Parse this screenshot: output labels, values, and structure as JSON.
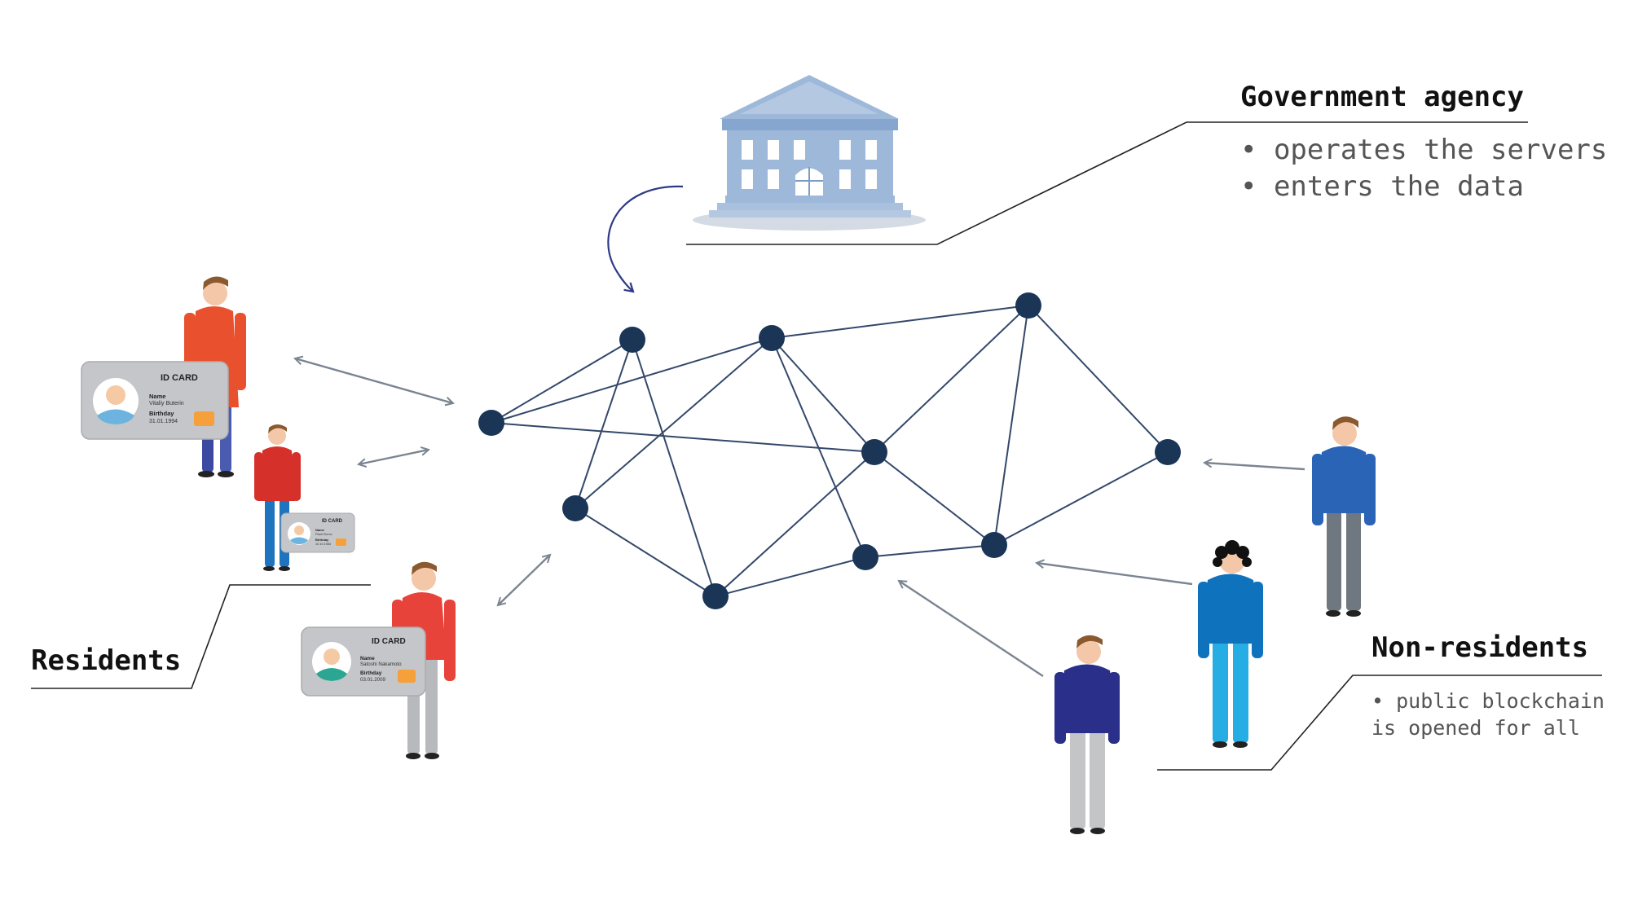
{
  "government": {
    "title": "Government agency",
    "bullets": [
      "operates the servers",
      "enters the data"
    ]
  },
  "residents": {
    "title": "Residents",
    "cards": [
      {
        "heading": "ID CARD",
        "name_label": "Name",
        "name_value": "Vitaliy Buterin",
        "birthday_label": "Birthday",
        "birthday_value": "31.01.1994"
      },
      {
        "heading": "ID CARD",
        "name_label": "Name",
        "name_value": "Pavel Durov",
        "birthday_label": "Birthday",
        "birthday_value": "10.10.1984"
      },
      {
        "heading": "ID CARD",
        "name_label": "Name",
        "name_value": "Satoshi Nakamoto",
        "birthday_label": "Birthday",
        "birthday_value": "03.01.2009"
      }
    ]
  },
  "non_residents": {
    "title": "Non-residents",
    "bullet_line1": "public blockchain",
    "bullet_line2": "is opened for all"
  },
  "colors": {
    "node": "#1b3557",
    "edge": "#33486a",
    "arrow": "#7a8591",
    "curved_arrow": "#2e3a87",
    "building": "#9db8d9",
    "building_dark": "#7d9cc4",
    "card": "#c4c6c9",
    "chip": "#f5a03a"
  },
  "icons": {
    "building": "government-building-icon",
    "person": "person-figure-icon",
    "id_card": "id-card-icon"
  }
}
